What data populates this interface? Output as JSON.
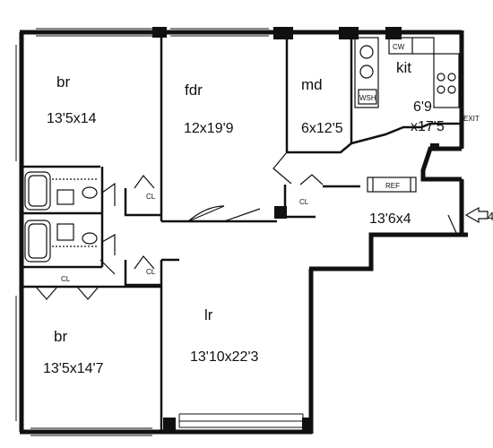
{
  "plan": {
    "rooms": {
      "br_top": {
        "name": "br",
        "dims": "13'5x14"
      },
      "fdr": {
        "name": "fdr",
        "dims": "12x19'9"
      },
      "md": {
        "name": "md",
        "dims": "6x12'5"
      },
      "kit": {
        "name": "kit",
        "dims_line1": "6'9",
        "dims_line2": "x17'5"
      },
      "foyer": {
        "dims": "13'6x4"
      },
      "br_bottom": {
        "name": "br",
        "dims": "13'5x14'7"
      },
      "lr": {
        "name": "lr",
        "dims": "13'10x22'3"
      }
    },
    "closets": [
      "CL",
      "CL",
      "CL",
      "CL"
    ],
    "kitchen_fixtures": {
      "cw": "CW",
      "wsh": "WSH",
      "ref": "REF"
    },
    "exit_label": "EXIT",
    "entry_marker": "4"
  }
}
